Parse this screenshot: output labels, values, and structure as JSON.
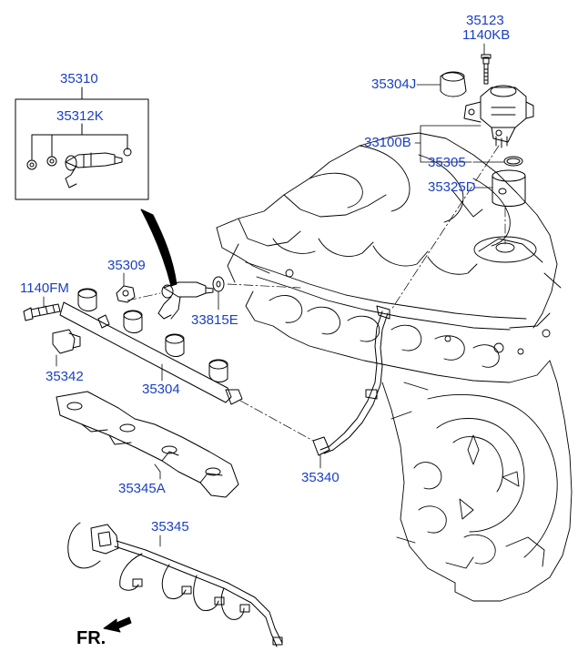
{
  "labels": {
    "p35123": "35123",
    "p1140kb": "1140KB",
    "p35304j": "35304J",
    "p33100b": "33100B",
    "p35305": "35305",
    "p35325d": "35325D",
    "p35310": "35310",
    "p35312k": "35312K",
    "p35309": "35309",
    "p1140fm": "1140FM",
    "p33815e": "33815E",
    "p35342": "35342",
    "p35304": "35304",
    "p35340": "35340",
    "p35345a": "35345A",
    "p35345": "35345"
  },
  "direction": "FR.",
  "colors": {
    "label": "#1a3fc4",
    "line": "#000000"
  }
}
